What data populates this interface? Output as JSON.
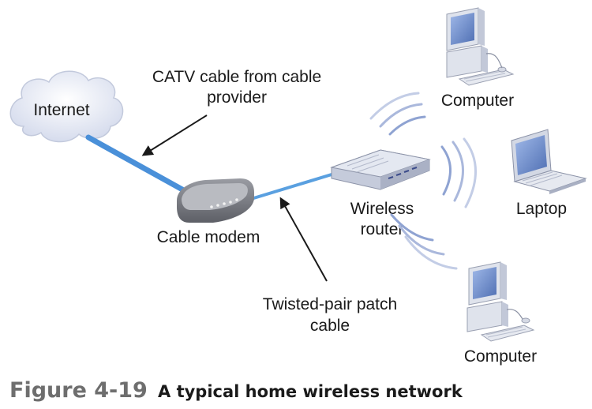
{
  "labels": {
    "internet": "Internet",
    "catv_line1": "CATV cable from cable",
    "catv_line2": "provider",
    "cable_modem": "Cable modem",
    "router_line1": "Wireless",
    "router_line2": "router",
    "twisted_line1": "Twisted-pair patch",
    "twisted_line2": "cable",
    "computer_top": "Computer",
    "laptop": "Laptop",
    "computer_bottom": "Computer"
  },
  "caption": {
    "number": "Figure 4-19",
    "title": "A typical home wireless network"
  },
  "colors": {
    "catv_cable": "#4a90d9",
    "patch_cable": "#5aa0e0",
    "device_body": "#dfe3ec",
    "screen": "#6f8fcf",
    "caption_number": "#6e6e6e"
  }
}
